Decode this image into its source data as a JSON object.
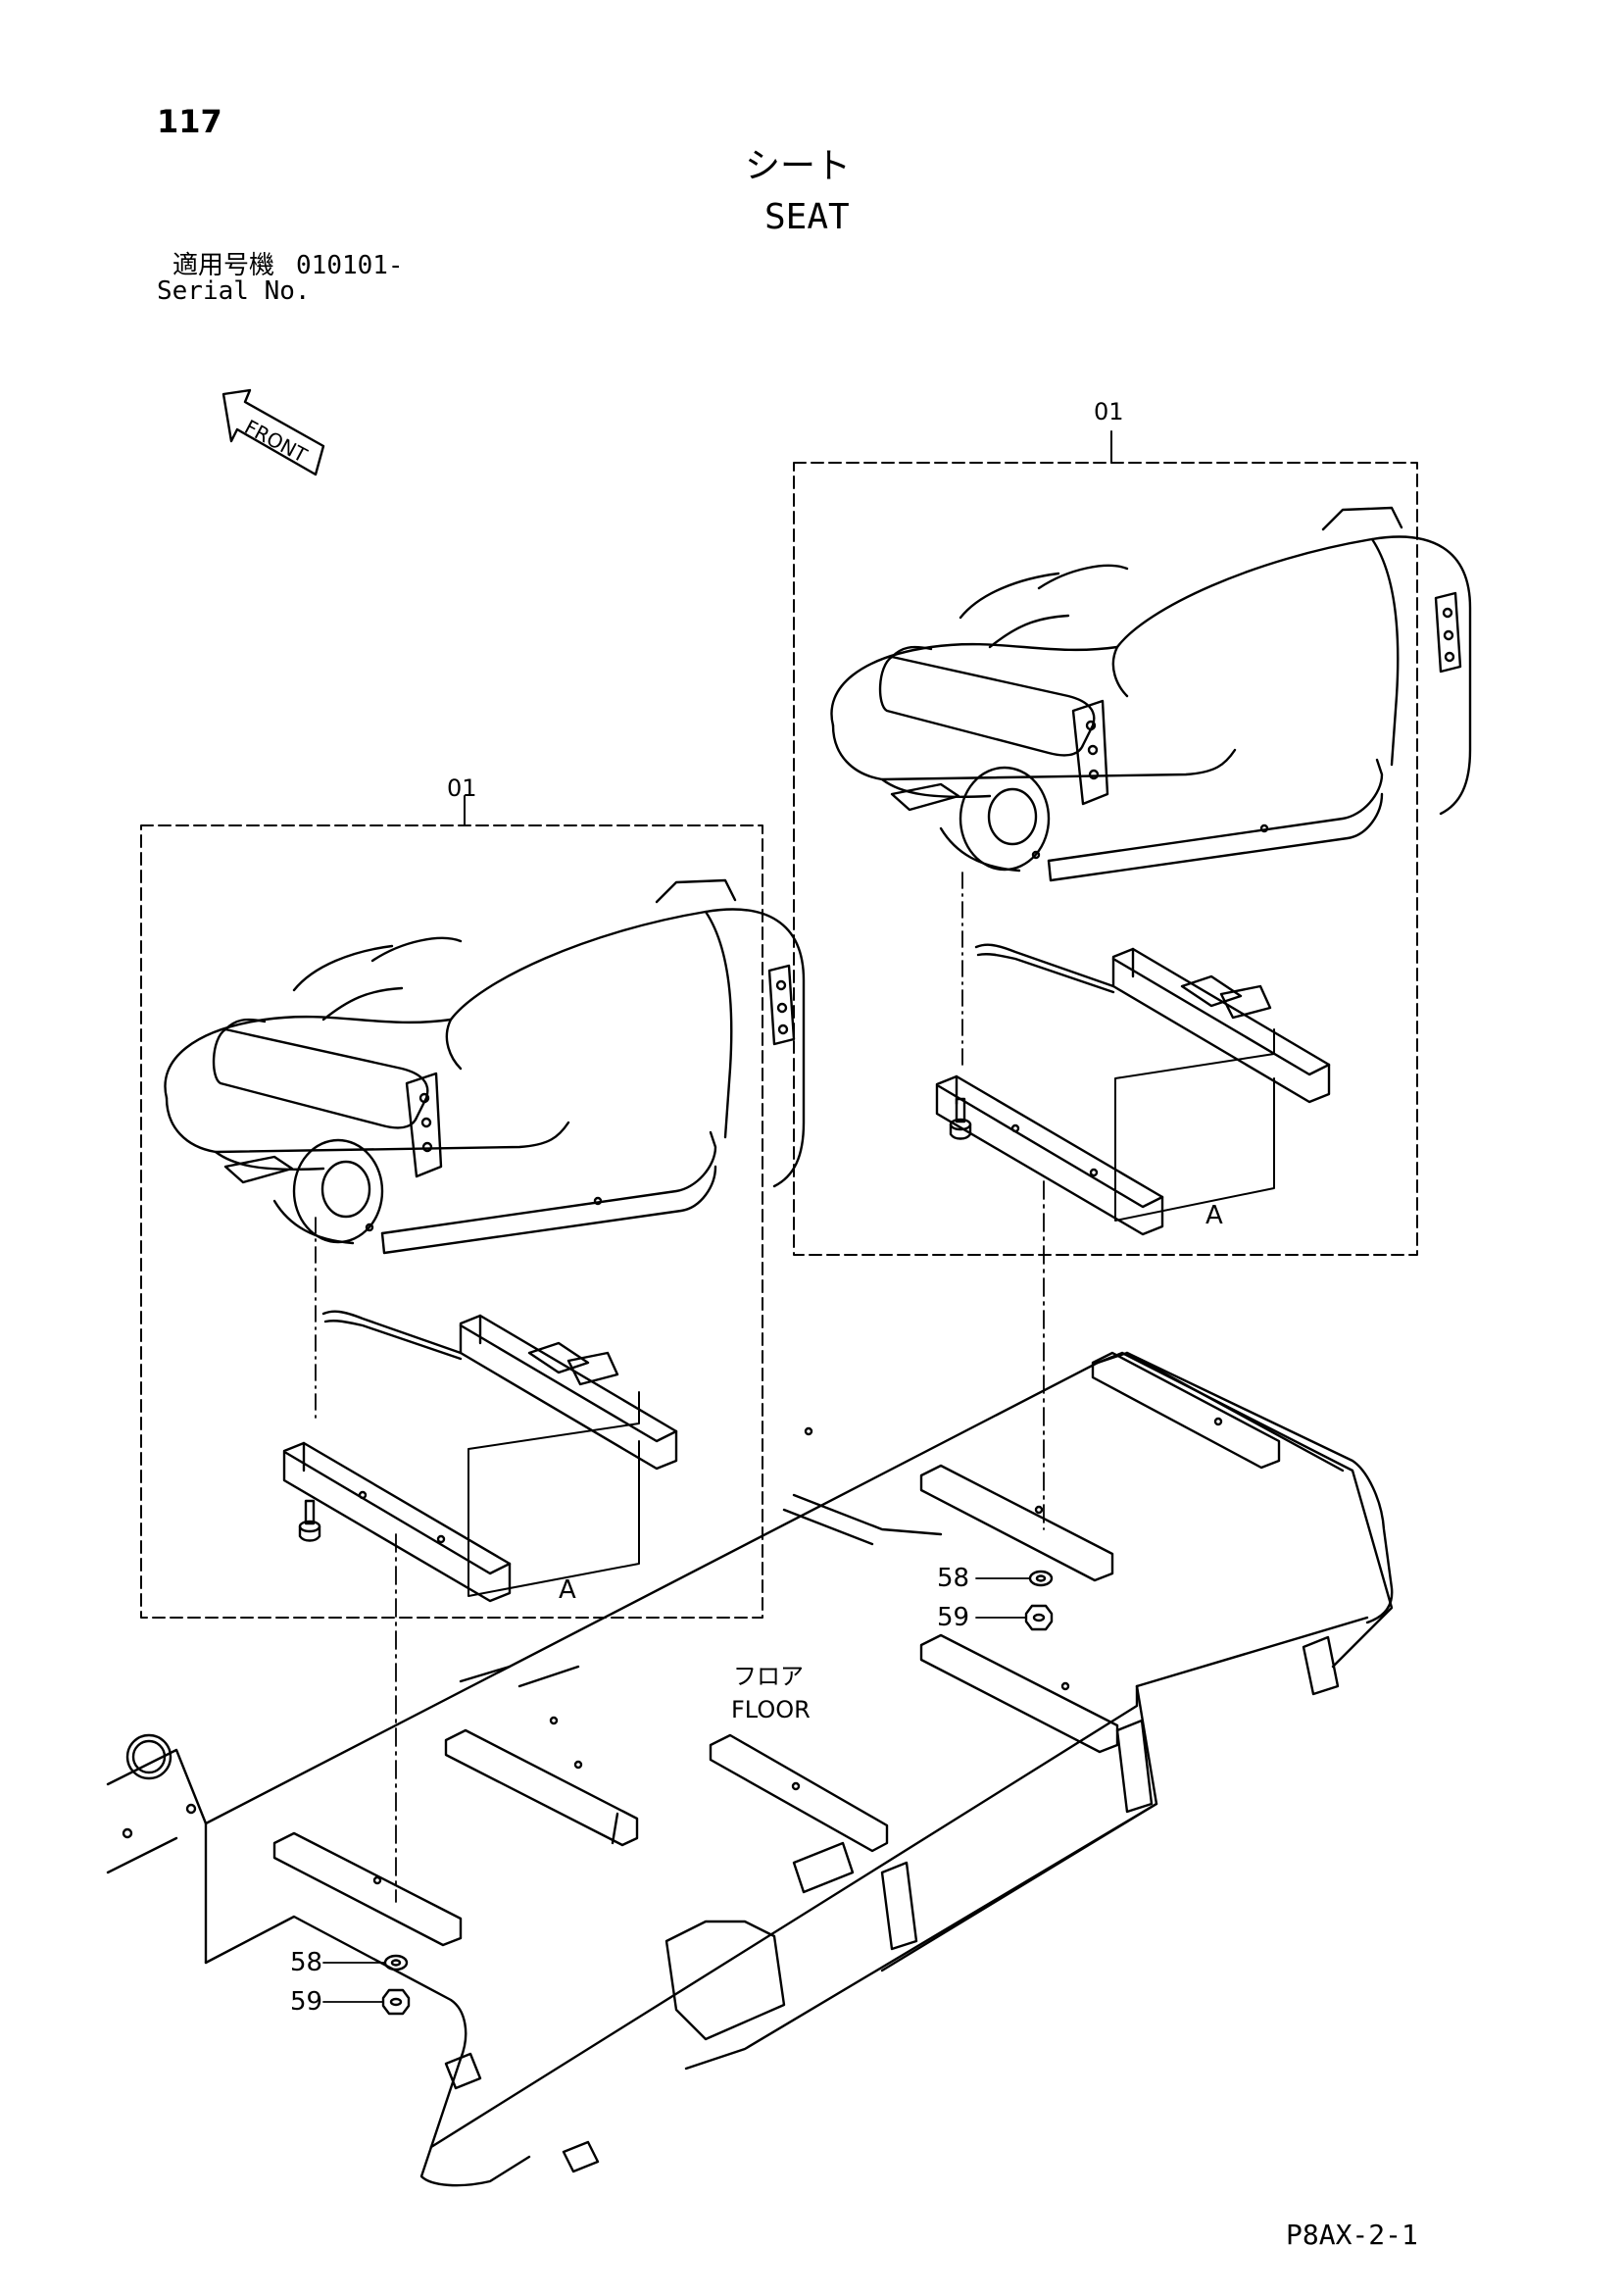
{
  "header": {
    "page_number": "117",
    "title_jp": "シート",
    "title_en": "SEAT",
    "serial_jp_label": "適用号機",
    "serial_number": "010101-",
    "serial_en_label": "Serial No."
  },
  "front_indicator": {
    "label": "FRONT",
    "icon": "front-arrow-icon"
  },
  "callouts": {
    "seat_left": "01",
    "seat_right": "01",
    "rail_left": "A",
    "rail_right": "A",
    "washer_left": "58",
    "nut_left": "59",
    "washer_right": "58",
    "nut_right": "59"
  },
  "floor_label": {
    "jp": "フロア",
    "en": "FLOOR"
  },
  "footer": {
    "drawing_code": "P8AX-2-1"
  }
}
